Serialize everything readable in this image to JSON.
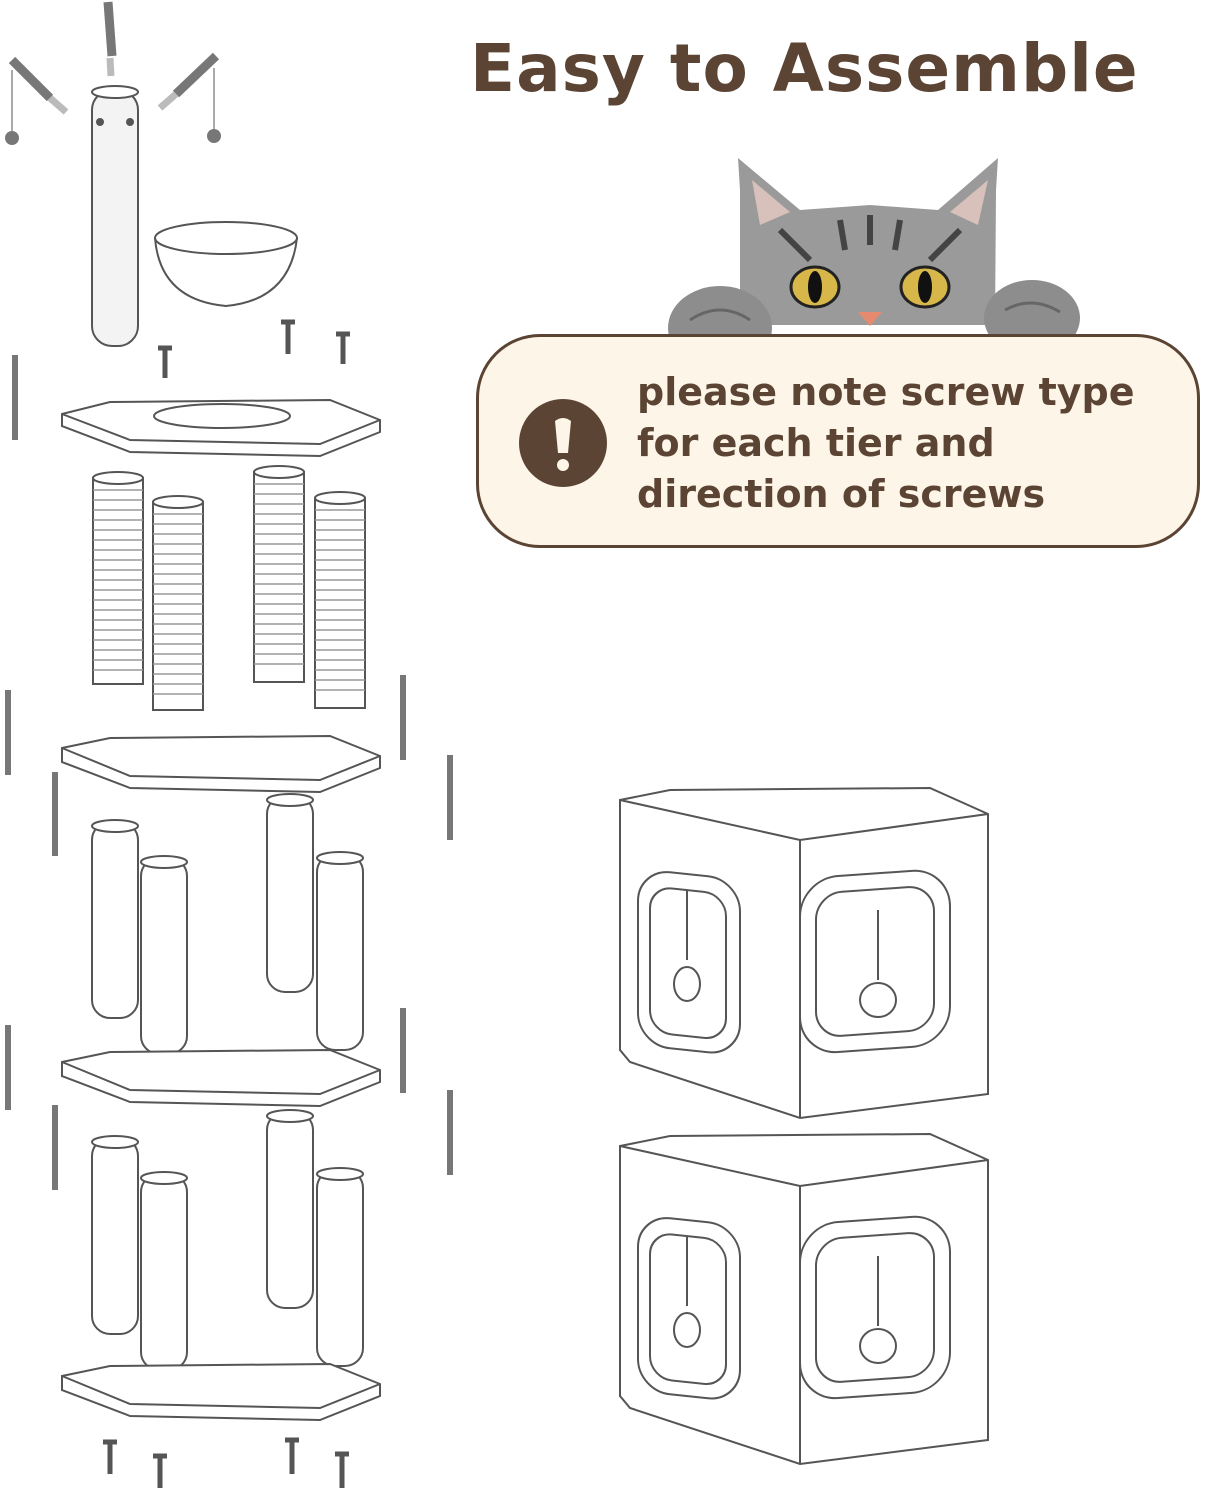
{
  "header": {
    "title": "Easy to Assemble"
  },
  "note": {
    "icon": "exclamation-icon",
    "lines": [
      "please note screw type",
      "for each tier and",
      "direction of screws"
    ]
  },
  "colors": {
    "brown": "#5b4433",
    "cream": "#fcf5e8",
    "line": "#555555"
  },
  "illustrations": {
    "exploded_view": "cat-tree-parts",
    "assembled_view": "two-stacked-cubes",
    "photo": "peeking-cat"
  }
}
